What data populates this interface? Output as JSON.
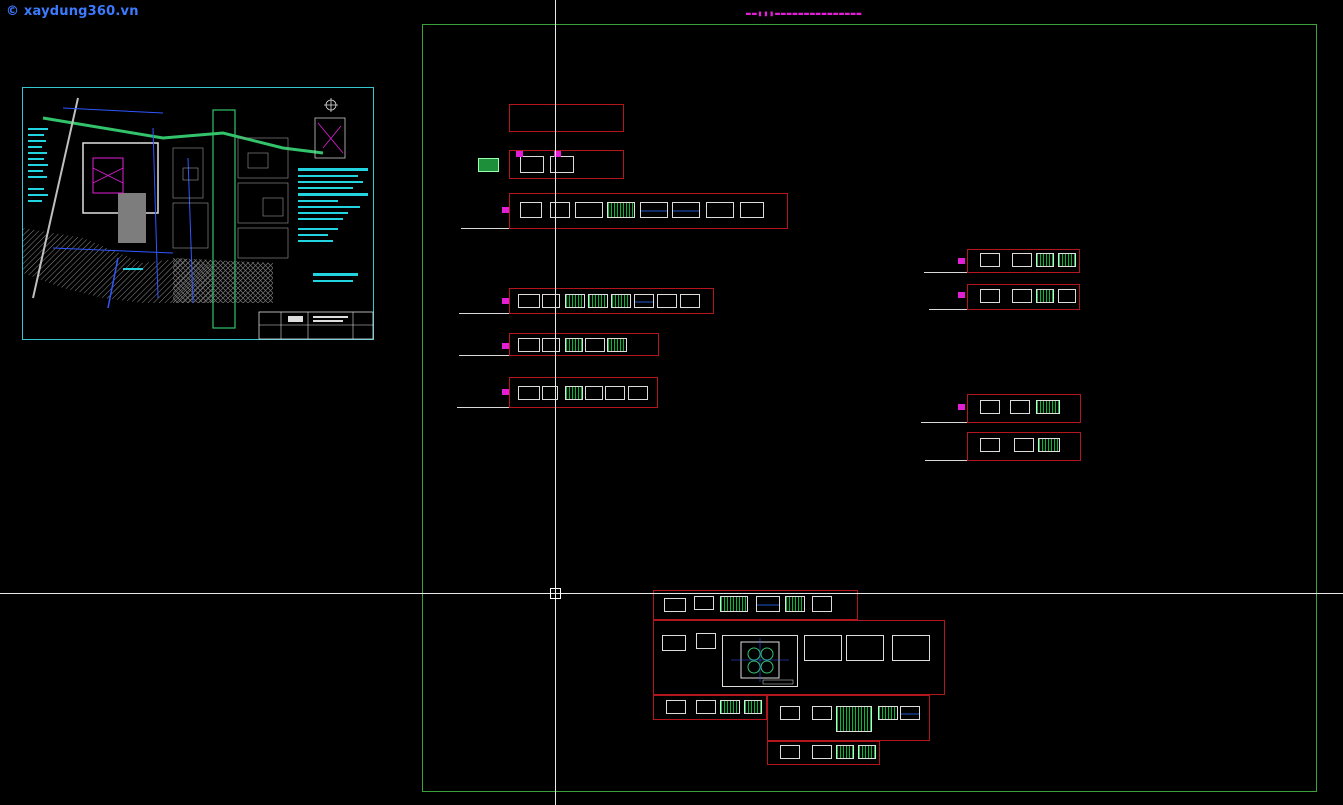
{
  "app": {
    "watermark": "© xaydung360.vn"
  },
  "layout": {
    "title_text": "▬▬▮▮▮▬▬▬▬▬▬▬▬▬▬▬▬▬▬▬"
  },
  "colors": {
    "background": "#000000",
    "frame": "#3aa23a",
    "viewport_border": "#b3161d",
    "site_plan_border": "#36c6d0",
    "marker": "#e21fd7",
    "crosshair": "#e8e8e8",
    "watermark": "#3c7bff"
  },
  "cursor": {
    "type": "crosshair",
    "pickbox": "square"
  },
  "site_plan": {
    "north_arrow": "N"
  },
  "icons": [
    "crosshair-cursor-icon",
    "north-arrow-icon",
    "copyright-icon"
  ]
}
